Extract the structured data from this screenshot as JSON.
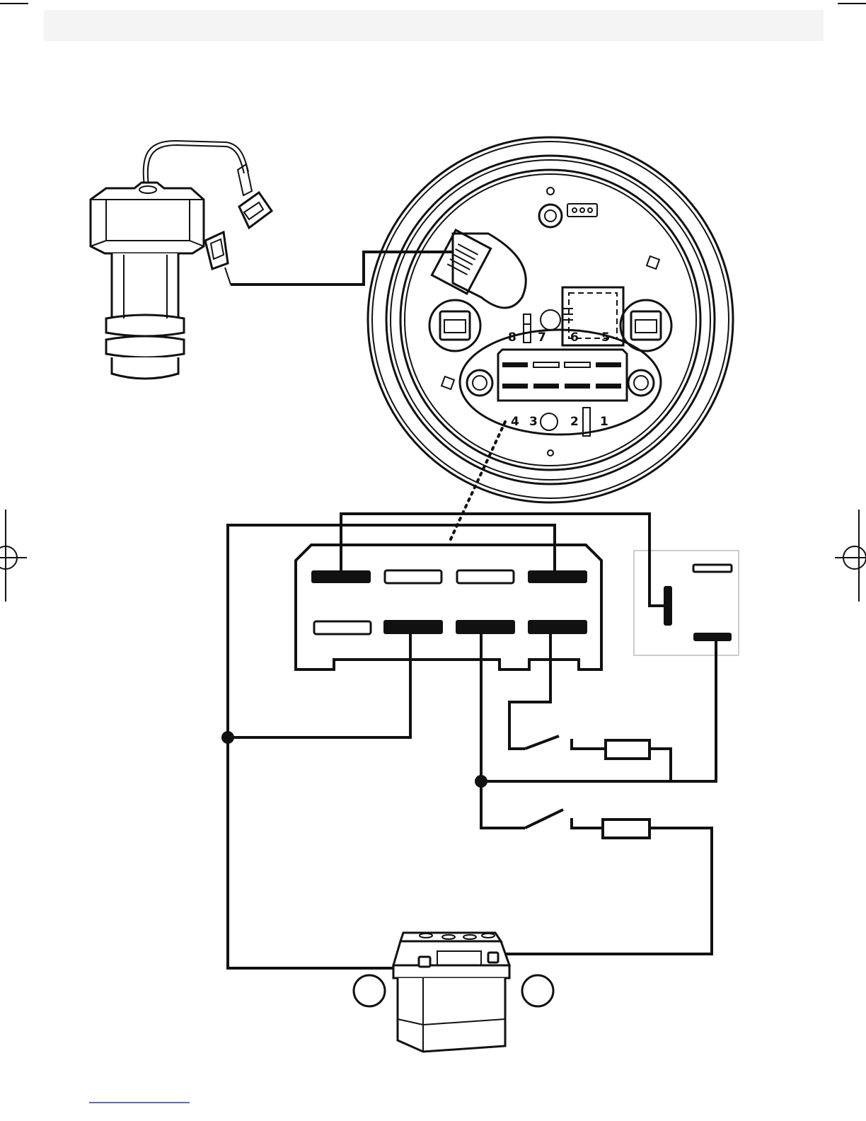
{
  "connector_pins": {
    "top_row": [
      "8",
      "7",
      "6",
      "5"
    ],
    "bottom_row": [
      "4",
      "3",
      "2",
      "1"
    ]
  },
  "battery_terminals": {
    "negative": "",
    "positive": ""
  },
  "colors": {
    "line": "#111111",
    "background": "#ffffff",
    "header_band": "#f4f4f4",
    "relay_box_border": "#cccccc",
    "crop_mark_accent": "#2b3a9a"
  }
}
